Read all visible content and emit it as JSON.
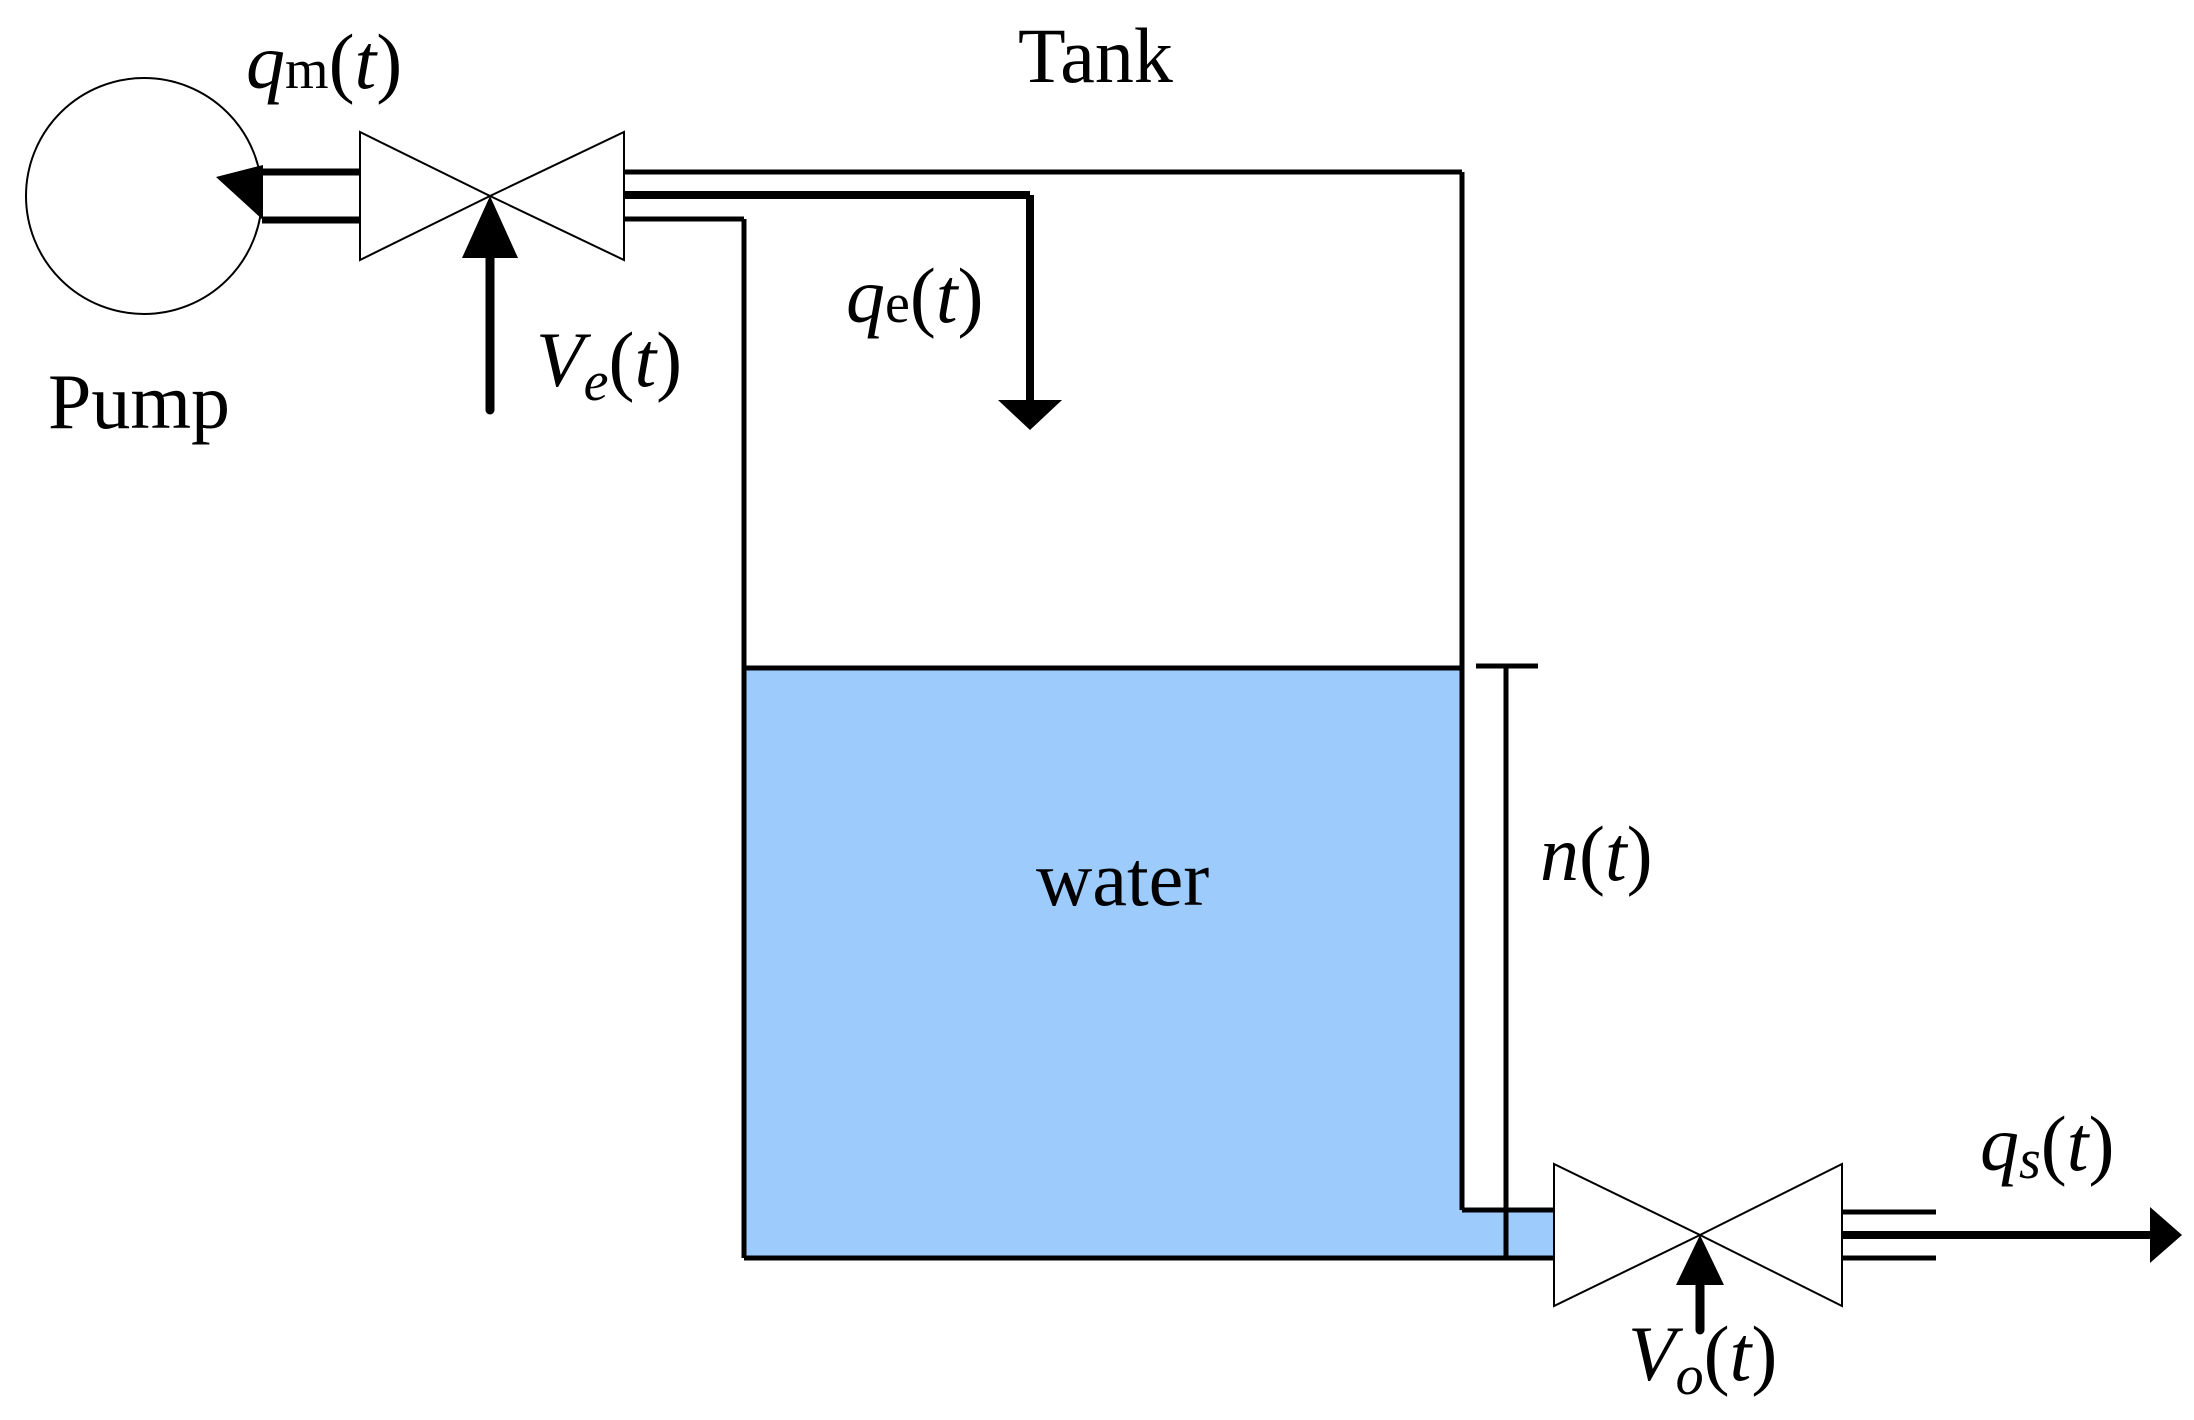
{
  "labels": {
    "tank": "Tank",
    "pump": "Pump",
    "water": "water"
  },
  "signals": {
    "q_m": {
      "symbol": "q",
      "subscript": "m",
      "arg": "t"
    },
    "q_e": {
      "symbol": "q",
      "subscript": "e",
      "arg": "t"
    },
    "V_e": {
      "symbol": "V",
      "subscript": "e",
      "arg": "t"
    },
    "n": {
      "symbol": "n",
      "arg": "t"
    },
    "q_s": {
      "symbol": "q",
      "subscript": "s",
      "arg": "t"
    },
    "V_o": {
      "symbol": "V",
      "subscript": "o",
      "arg": "t"
    }
  },
  "paren": {
    "open": "(",
    "close": ")"
  },
  "colors": {
    "water": "#9dcbfc",
    "stroke": "#000000",
    "background": "#ffffff"
  },
  "components": {
    "pump_icon": "circle-pump-icon",
    "inlet_valve_icon": "bowtie-valve-icon",
    "outlet_valve_icon": "bowtie-valve-icon"
  }
}
